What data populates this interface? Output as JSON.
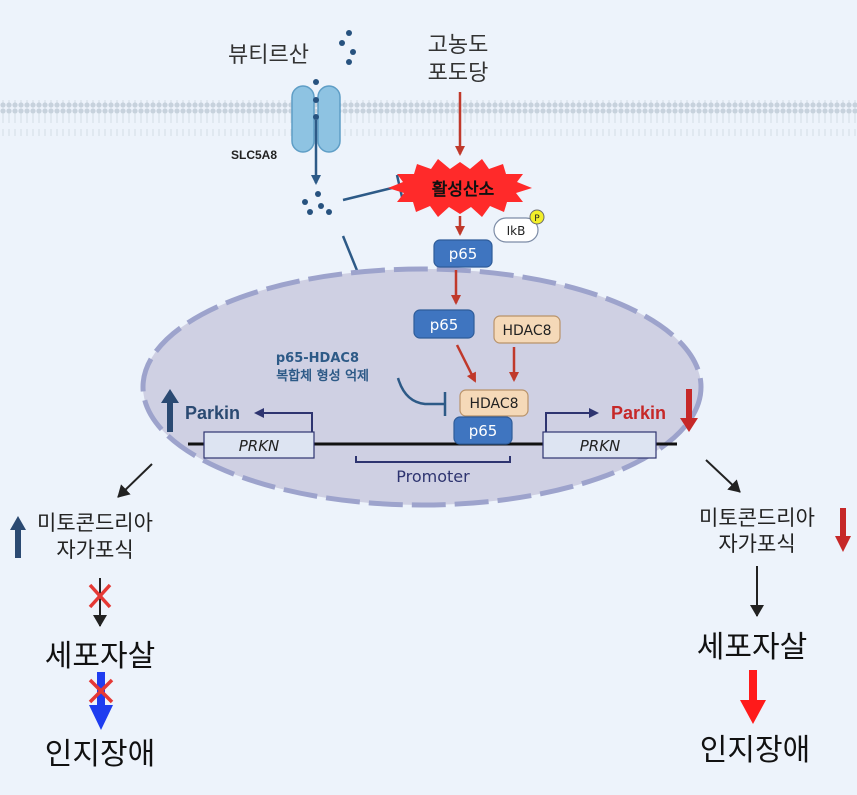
{
  "labels": {
    "butyrate": "뷰티르산",
    "high_glucose_line1": "고농도",
    "high_glucose_line2": "포도당",
    "transporter": "SLC5A8",
    "ros": "활성산소",
    "ikb": "IkB",
    "phospho": "P",
    "p65": "p65",
    "hdac8": "HDAC8",
    "inhibit_line1": "p65-HDAC8",
    "inhibit_line2": "복합체 형성 억제",
    "parkin": "Parkin",
    "prkn": "PRKN",
    "promoter": "Promoter"
  },
  "left_outcome": {
    "mitophagy_line1": "미토콘드리아",
    "mitophagy_line2": "자가포식",
    "apoptosis": "세포자살",
    "cognitive": "인지장애"
  },
  "right_outcome": {
    "mitophagy_line1": "미토콘드리아",
    "mitophagy_line2": "자가포식",
    "apoptosis": "세포자살",
    "cognitive": "인지장애"
  },
  "colors": {
    "background": "#edf3fb",
    "up_arrow": "#2b4a72",
    "down_arrow": "#c62828",
    "blue_path": "#2d5a87",
    "red_path": "#c0392b",
    "p65_box": "#3f75c0",
    "hdac8_box": "#f5d9b8",
    "ros_burst": "#ff2a2a",
    "nucleus": "#cfd0e3",
    "membrane": "#c8d3de"
  }
}
